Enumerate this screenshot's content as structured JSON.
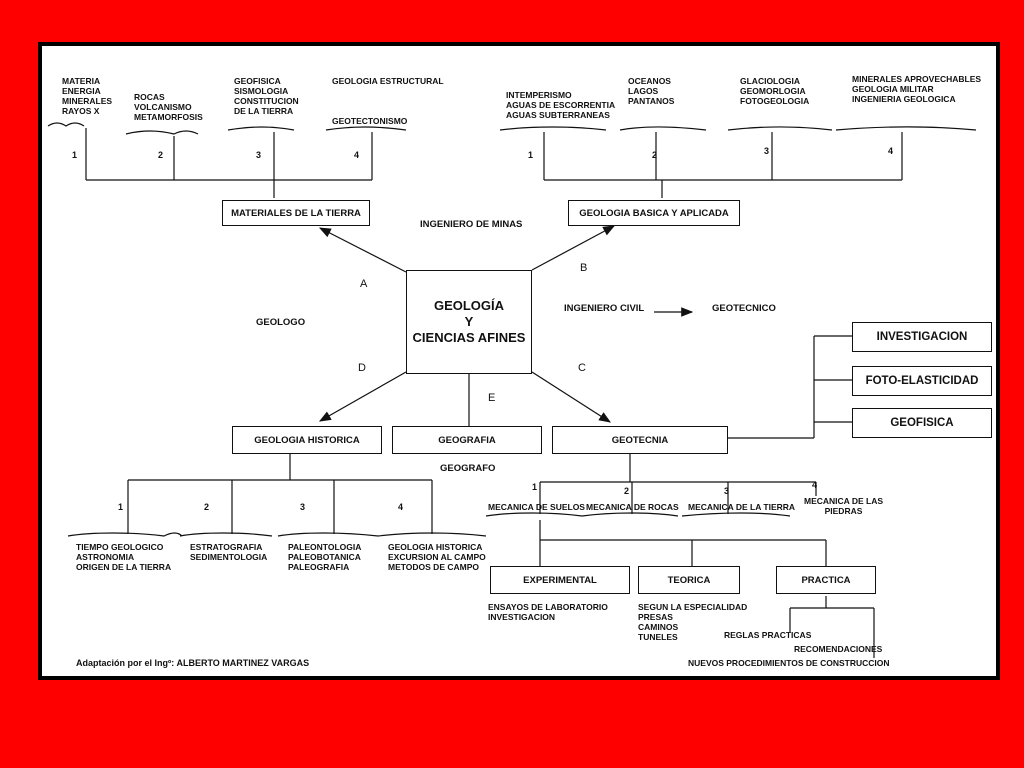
{
  "center": "GEOLOGÍA\nY\nCIENCIAS AFINES",
  "letters": {
    "a": "A",
    "b": "B",
    "c": "C",
    "d": "D",
    "e": "E"
  },
  "roles": {
    "geologo": "GEOLOGO",
    "ingeniero_minas": "INGENIERO DE MINAS",
    "ingeniero_civil": "INGENIERO CIVIL",
    "geotecnico": "GEOTECNICO",
    "geografo": "GEOGRAFO"
  },
  "boxes": {
    "materiales": "MATERIALES DE LA TIERRA",
    "basica": "GEOLOGIA BASICA Y APLICADA",
    "historica": "GEOLOGIA HISTORICA",
    "geografia": "GEOGRAFIA",
    "geotecnia": "GEOTECNIA",
    "investigacion": "INVESTIGACION",
    "foto": "FOTO-ELASTICIDAD",
    "geofisica": "GEOFISICA",
    "experimental": "EXPERIMENTAL",
    "teorica": "TEORICA",
    "practica": "PRACTICA"
  },
  "top_left": [
    {
      "num": "1",
      "text": "MATERIA\nENERGIA\nMINERALES\nRAYOS X"
    },
    {
      "num": "2",
      "text": "ROCAS\nVOLCANISMO\nMETAMORFOSIS"
    },
    {
      "num": "3",
      "text": "GEOFISICA\nSISMOLOGIA\nCONSTITUCION\nDE LA TIERRA"
    },
    {
      "num": "4",
      "text": "GEOLOGIA ESTRUCTURAL\n\n\n\nGEOTECTONISMO"
    }
  ],
  "top_right": [
    {
      "num": "1",
      "text": "INTEMPERISMO\nAGUAS DE ESCORRENTIA\nAGUAS SUBTERRANEAS"
    },
    {
      "num": "2",
      "text": "OCEANOS\nLAGOS\nPANTANOS"
    },
    {
      "num": "3",
      "text": "GLACIOLOGIA\nGEOMORLOGIA\nFOTOGEOLOGIA"
    },
    {
      "num": "4",
      "text": "MINERALES APROVECHABLES\nGEOLOGIA MILITAR\nINGENIERIA GEOLOGICA"
    }
  ],
  "historica_items": [
    {
      "num": "1",
      "text": "TIEMPO GEOLOGICO\nASTRONOMIA\nORIGEN DE LA TIERRA"
    },
    {
      "num": "2",
      "text": "ESTRATOGRAFIA\nSEDIMENTOLOGIA"
    },
    {
      "num": "3",
      "text": "PALEONTOLOGIA\nPALEOBOTANICA\nPALEOGRAFIA"
    },
    {
      "num": "4",
      "text": "GEOLOGIA HISTORICA\nEXCURSION AL CAMPO\nMETODOS DE CAMPO"
    }
  ],
  "geotecnia_items": [
    {
      "num": "1",
      "text": "MECANICA DE SUELOS"
    },
    {
      "num": "2",
      "text": "MECANICA DE ROCAS"
    },
    {
      "num": "3",
      "text": "MECANICA DE LA TIERRA"
    },
    {
      "num": "4",
      "text": "MECANICA DE LAS\nPIEDRAS"
    }
  ],
  "experimental_notes": "ENSAYOS DE LABORATORIO\nINVESTIGACION",
  "teorica_notes": "SEGUN LA ESPECIALIDAD\nPRESAS\nCAMINOS\nTUNELES",
  "practica_notes": {
    "reglas": "REGLAS PRACTICAS",
    "recomendaciones": "RECOMENDACIONES",
    "nuevos": "NUEVOS PROCEDIMIENTOS DE CONSTRUCCION"
  },
  "credit": "Adaptación por el Ingº: ALBERTO MARTINEZ VARGAS",
  "colors": {
    "background": "#ff0000",
    "panel": "#ffffff",
    "ink": "#111111"
  }
}
